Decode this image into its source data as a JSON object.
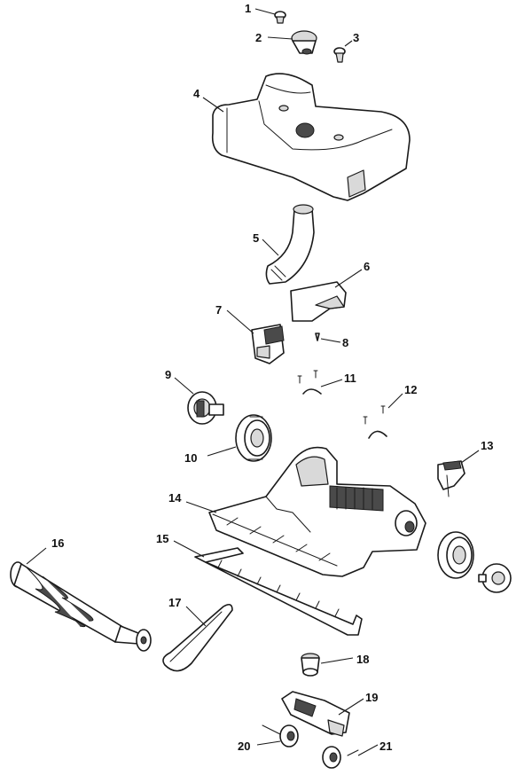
{
  "callouts": {
    "c1": "1",
    "c2": "2",
    "c3": "3",
    "c4": "4",
    "c5": "5",
    "c6": "6",
    "c7": "7",
    "c8": "8",
    "c9": "9",
    "c10": "10",
    "c11": "11",
    "c12": "12",
    "c13": "13",
    "c14": "14",
    "c15": "15",
    "c16": "16",
    "c17": "17",
    "c18": "18",
    "c19": "19",
    "c20": "20",
    "c21": "21"
  },
  "colors": {
    "line": "#1a1a1a",
    "shade": "#d9d9d9",
    "dark": "#4a4a4a",
    "background": "#ffffff"
  }
}
